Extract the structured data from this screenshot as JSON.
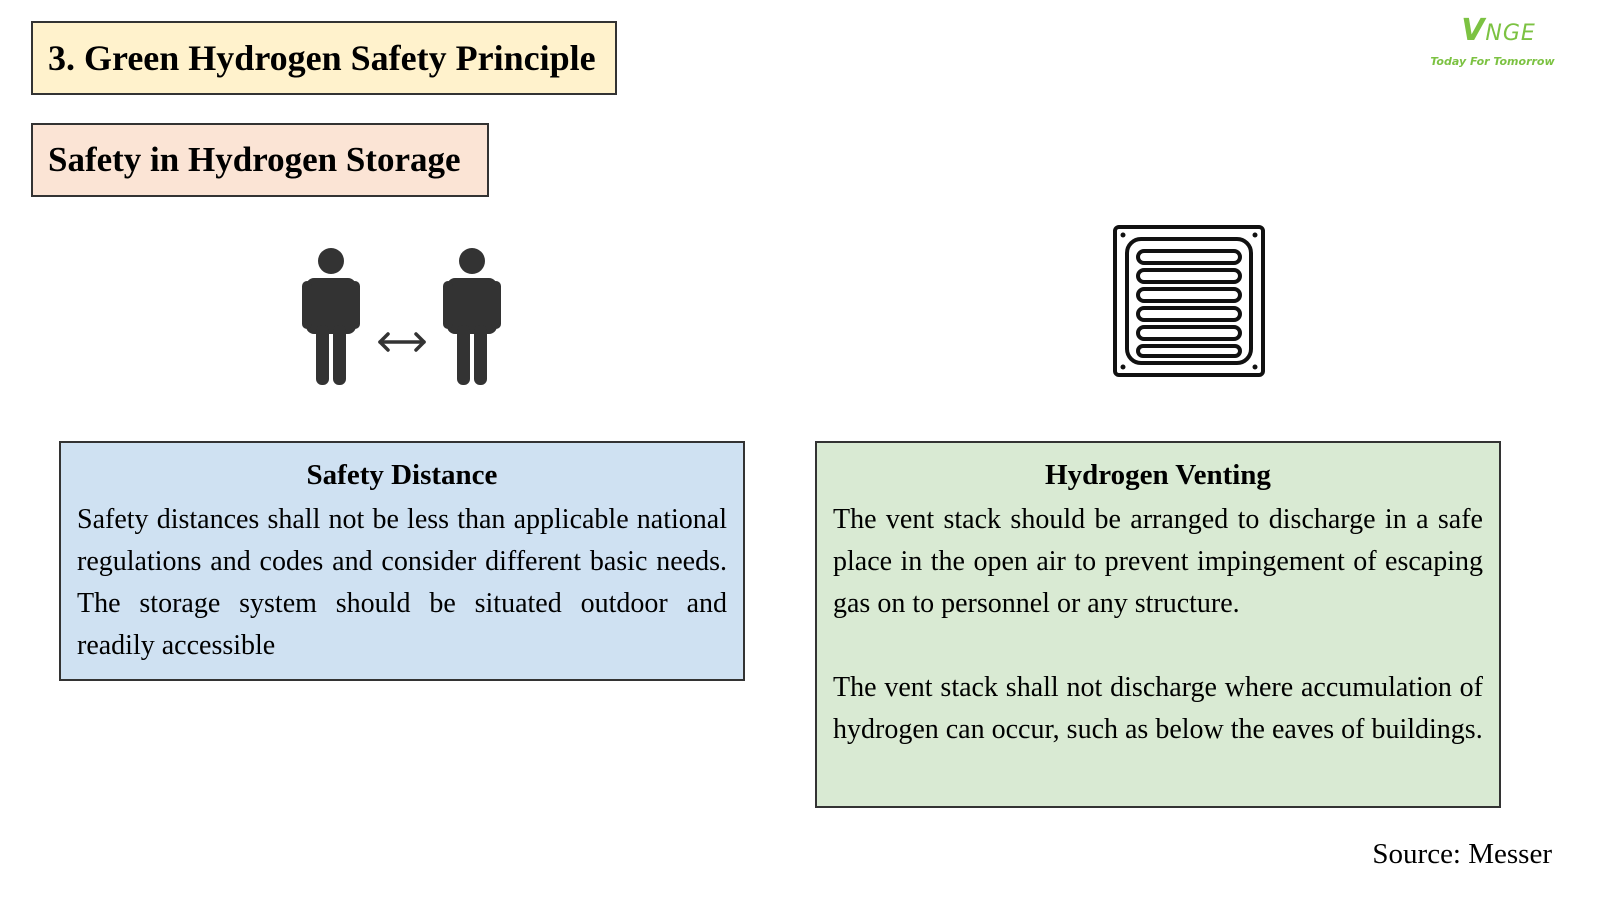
{
  "header": {
    "title": "3. Green Hydrogen Safety Principle",
    "subtitle": "Safety in Hydrogen Storage"
  },
  "logo": {
    "brand_initial": "V",
    "brand_rest": "NGE",
    "tagline": "Today For Tomorrow",
    "color": "#7cc242"
  },
  "icons": {
    "left": "people-distance-icon",
    "right": "vent-grille-icon"
  },
  "cards": [
    {
      "heading": "Safety Distance",
      "color": "#cfe1f2",
      "paragraphs": [
        "Safety distances shall not be less than applicable national regulations and codes and consider different basic needs. The storage  system should be situated outdoor and readily accessible"
      ]
    },
    {
      "heading": "Hydrogen Venting",
      "color": "#d9ead3",
      "paragraphs": [
        "The vent stack should be arranged to discharge in a safe place in the open air to prevent impingement of escaping gas on to personnel or any structure.",
        "The vent stack shall not discharge where accumulation of hydrogen can occur, such as below the eaves of buildings."
      ]
    }
  ],
  "footer": {
    "source": "Source: Messer"
  }
}
